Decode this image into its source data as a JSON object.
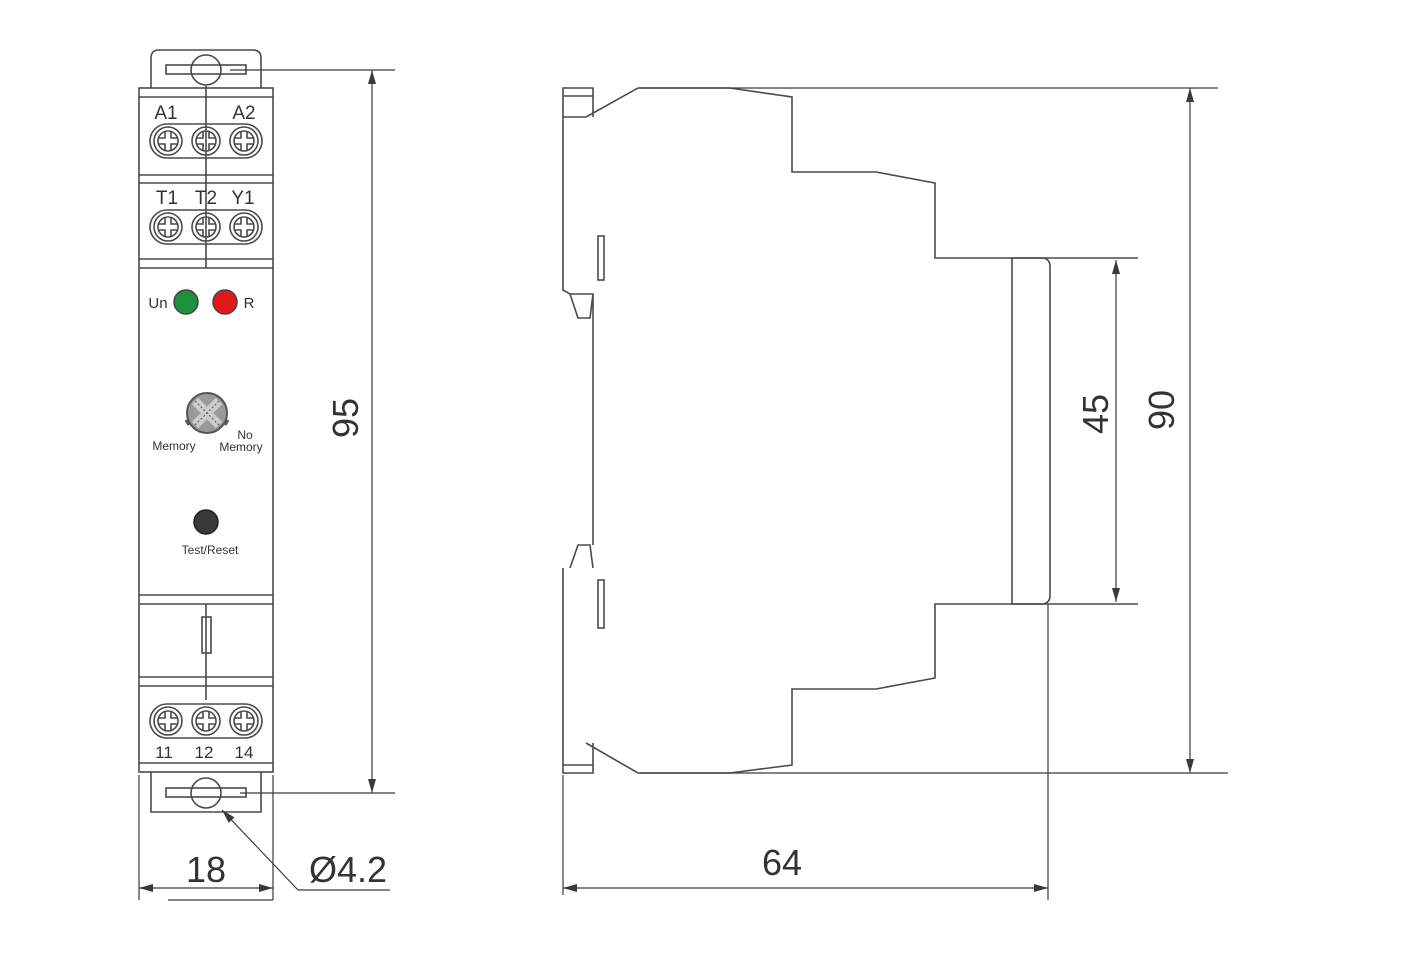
{
  "front_view": {
    "terminals_top_row1": [
      "A1",
      "A2"
    ],
    "terminals_top_row2": [
      "T1",
      "T2",
      "Y1"
    ],
    "terminals_bottom": [
      "11",
      "12",
      "14"
    ],
    "led_power_label": "Un",
    "led_relay_label": "R",
    "knob_left_label": "Memory",
    "knob_right_label_line1": "No",
    "knob_right_label_line2": "Memory",
    "button_label": "Test/Reset",
    "colors": {
      "led_power": "#1e8f3a",
      "led_relay": "#e01a1a",
      "knob": "#9a9a9a",
      "button": "#3a3a3a"
    }
  },
  "dimensions": {
    "height_front": "95",
    "width_front": "18",
    "hole_diameter": "Ø4.2",
    "height_side": "90",
    "front_panel_height": "45",
    "depth": "64"
  }
}
